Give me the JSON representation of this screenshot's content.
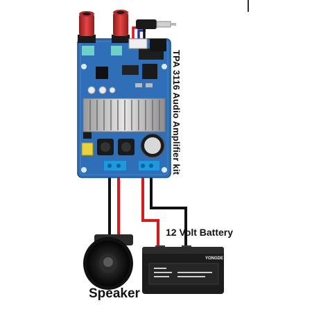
{
  "diagram": {
    "module_title": "TPA 3116 Audio Amplifier kit",
    "battery_label": "12 Volt Battery",
    "speaker_label": "Speaker",
    "battery_brand": "YONGDE"
  },
  "colors": {
    "board": "#2f6fb8",
    "heatsink": "#c9c9c9",
    "knob": "#c62f2f",
    "wire_red": "#e01515",
    "wire_black": "#111111",
    "wire_blue": "#2a35a8",
    "battery": "#1c1c1c",
    "terminal": "#1a9be0"
  },
  "icons": [
    "volume-knob-icon",
    "audio-jack-icon",
    "heatsink-icon",
    "speaker-icon",
    "battery-icon"
  ]
}
